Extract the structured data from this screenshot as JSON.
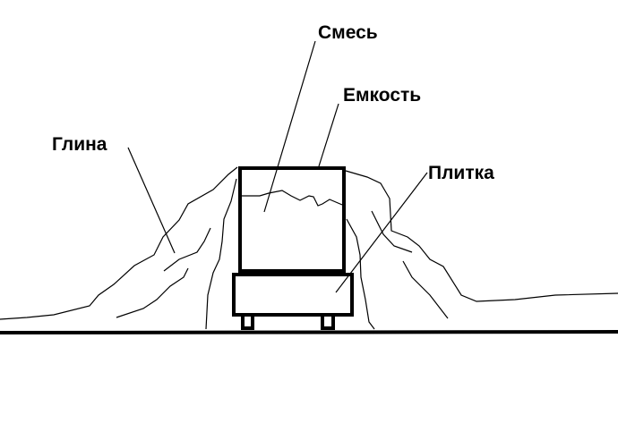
{
  "labels": {
    "mix": "Смесь",
    "container": "Емкость",
    "clay": "Глина",
    "tile": "Плитка"
  },
  "colors": {
    "ink": "#000000",
    "background": "#ffffff"
  }
}
